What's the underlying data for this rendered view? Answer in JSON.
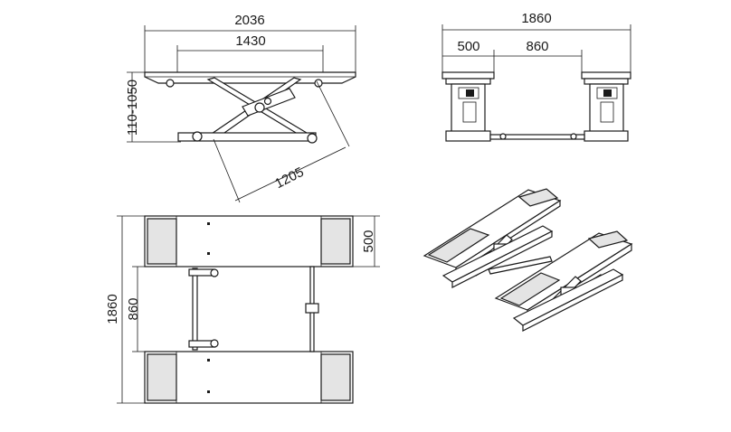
{
  "colors": {
    "line": "#1a1a1a",
    "pad": "#e4e4e4",
    "background": "#ffffff"
  },
  "dimensions": {
    "side_total_length": "2036",
    "side_platform_length": "1430",
    "side_height_range": "110-1050",
    "side_arm_length": "1205",
    "front_total_width": "1860",
    "front_platform_width": "500",
    "front_inner_gap": "860",
    "top_total_width": "1860",
    "top_inner_gap": "860",
    "top_platform_width": "500"
  }
}
